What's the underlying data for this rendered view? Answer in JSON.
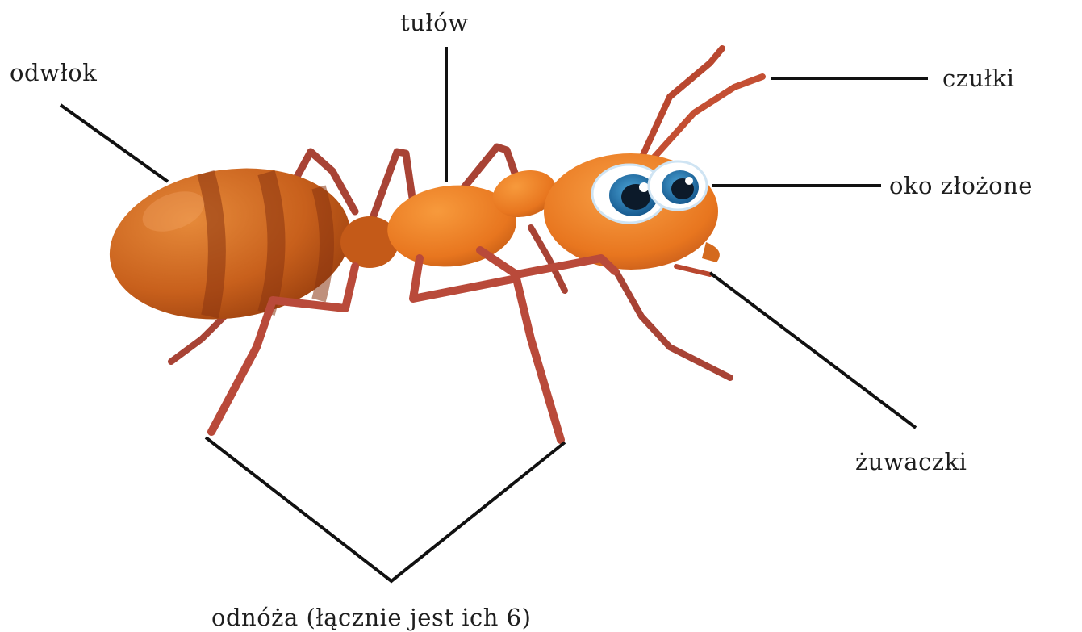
{
  "labels": {
    "abdomen": "odwłok",
    "thorax": "tułów",
    "antennae": "czułki",
    "compound_eye": "oko złożone",
    "mandibles": "żuwaczki",
    "legs": "odnóża (łącznie jest ich 6)"
  },
  "colors": {
    "body_orange": "#e8761f",
    "body_dark": "#a8430e",
    "leg_color": "#b94a3a",
    "eye_blue": "#1f6fa8",
    "leader_line": "#111111"
  }
}
